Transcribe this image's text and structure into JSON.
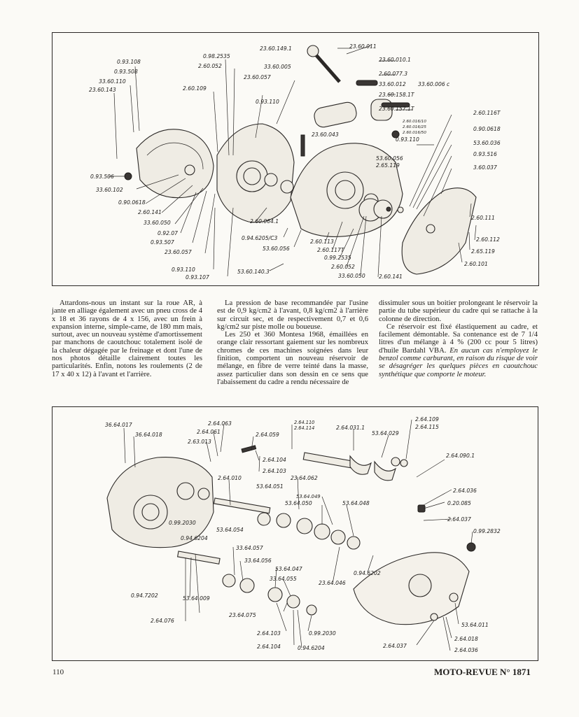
{
  "figure_top": {
    "labels": [
      "0.93.108",
      "0.93.508",
      "33.60.110",
      "23.60.143",
      "0.98.2535",
      "2.60.052",
      "2.60.109",
      "33.60.005",
      "23.60.057",
      "0.93.110",
      "23.60.149.1",
      "23.60.011",
      "23.60.010.1",
      "2.60.077.3",
      "33.60.012",
      "33.60.006 c",
      "23.60.158.1T",
      "23.60.157.1T",
      "2.60.016/10",
      "2.60.016/25",
      "2.60.016/50",
      "2.60.116T",
      "0.90.0618",
      "53.60.036",
      "0.93.516",
      "3.60.037",
      "23.60.043",
      "0.93.110",
      "53.60.056",
      "2.65.119",
      "0.93.506",
      "33.60.102",
      "0.90.0618",
      "2.60.141",
      "33.60.050",
      "0.92.07",
      "0.93.507",
      "23.60.057",
      "0.93.110",
      "0.93.107",
      "2.60.064.1",
      "0.94.6205/C3",
      "53.60.056",
      "53.60.140.3",
      "2.60.113",
      "2.60.117T",
      "0.99.2535",
      "2.60.052",
      "33.60.050",
      "2.60.141",
      "2.60.111",
      "2.60.112",
      "2.65.119",
      "2.60.101"
    ]
  },
  "article": {
    "col1": "Attardons-nous un instant sur la roue AR, à jante en alliage également avec un pneu cross de 4 x 18 et 36 rayons de 4 x 156, avec un frein à expansion interne, simple-came, de 180 mm mais, surtout, avec un nouveau système d'amortissement par manchons de caoutchouc totalement isolé de la chaleur dégagée par le freinage et dont l'une de nos photos détaille clairement toutes les particularités. Enfin, notons les roulements (2 de 17 x 40 x 12) à l'avant et l'arrière.",
    "col2a": "La pression de base recommandée par l'usine est de 0,9 kg/cm2 à l'avant, 0,8 kg/cm2 à l'arrière sur circuit sec, et de respectivement 0,7 et 0,6 kg/cm2 sur piste molle ou boueuse.",
    "col2b": "Les 250 et 360 Montesa 1968, émaillées en orange clair ressortant gaiement sur les nombreux chromes de ces machines soignées dans leur finition, comportent un nouveau réservoir de mélange, en fibre de verre teinté dans la masse, assez particulier dans son dessin en ce sens que l'abaissement du cadre a rendu nécessaire de",
    "col3a": "dissimuler sous un boitier prolongeant le réservoir la partie du tube supérieur du cadre qui se rattache à la colonne de direction.",
    "col3b": "Ce réservoir est fixé élastiquement au cadre, et facilement démontable. Sa contenance est de 7 1/4 litres d'un mélange à 4 % (200 cc pour 5 litres) d'huile Bardahl VBA.",
    "col3c": "En aucun cas n'employez le benzol comme carburant, en raison du risque de voir se désagréger les quelques pièces en caoutchouc synthétique que comporte le moteur."
  },
  "figure_bottom": {
    "labels": [
      "36.64.017",
      "36.64.018",
      "2.64.063",
      "2.64.061",
      "2.63.013",
      "2.64.059",
      "2.64.110",
      "2.64.114",
      "2.64.031.1",
      "53.64.029",
      "2.64.109",
      "2.64.115",
      "2.64.104",
      "2.64.103",
      "2.64.010",
      "23.64.062",
      "53.64.051",
      "2.64.090.1",
      "53.64.049",
      "53.64.050",
      "53.64.048",
      "2.64.036",
      "0.99.2030",
      "53.64.054",
      "0.20.085",
      "2.64.037",
      "0.94.6204",
      "0.99.2832",
      "33.64.057",
      "33.64.056",
      "53.64.047",
      "33.64.055",
      "23.64.046",
      "0.94.6202",
      "0.94.7202",
      "53.64.009",
      "23.64.075",
      "2.64.076",
      "2.64.103",
      "0.99.2030",
      "2.64.104",
      "0.94.6204",
      "2.64.037",
      "53.64.011",
      "2.64.018",
      "2.64.036"
    ]
  },
  "footer": {
    "page_number": "110",
    "magazine": "MOTO-REVUE N° 1871"
  }
}
